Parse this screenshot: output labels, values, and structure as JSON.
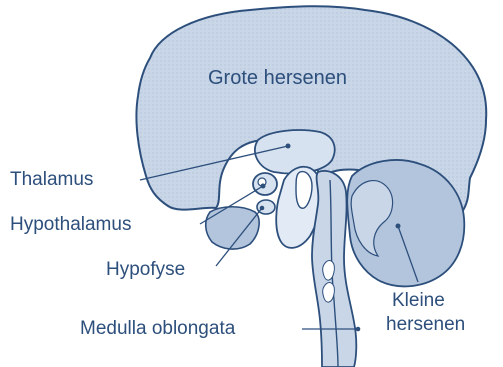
{
  "diagram": {
    "labels": {
      "cerebrum": "Grote hersenen",
      "thalamus": "Thalamus",
      "hypothalamus": "Hypothalamus",
      "pituitary": "Hypofyse",
      "medulla": "Medulla oblongata",
      "cerebellum_line1": "Kleine",
      "cerebellum_line2": "hersenen"
    },
    "colors": {
      "fill": "#c9d6e8",
      "fill_dark": "#b3c5dd",
      "stroke": "#2d4f7c",
      "text": "#2d4f7c"
    }
  }
}
